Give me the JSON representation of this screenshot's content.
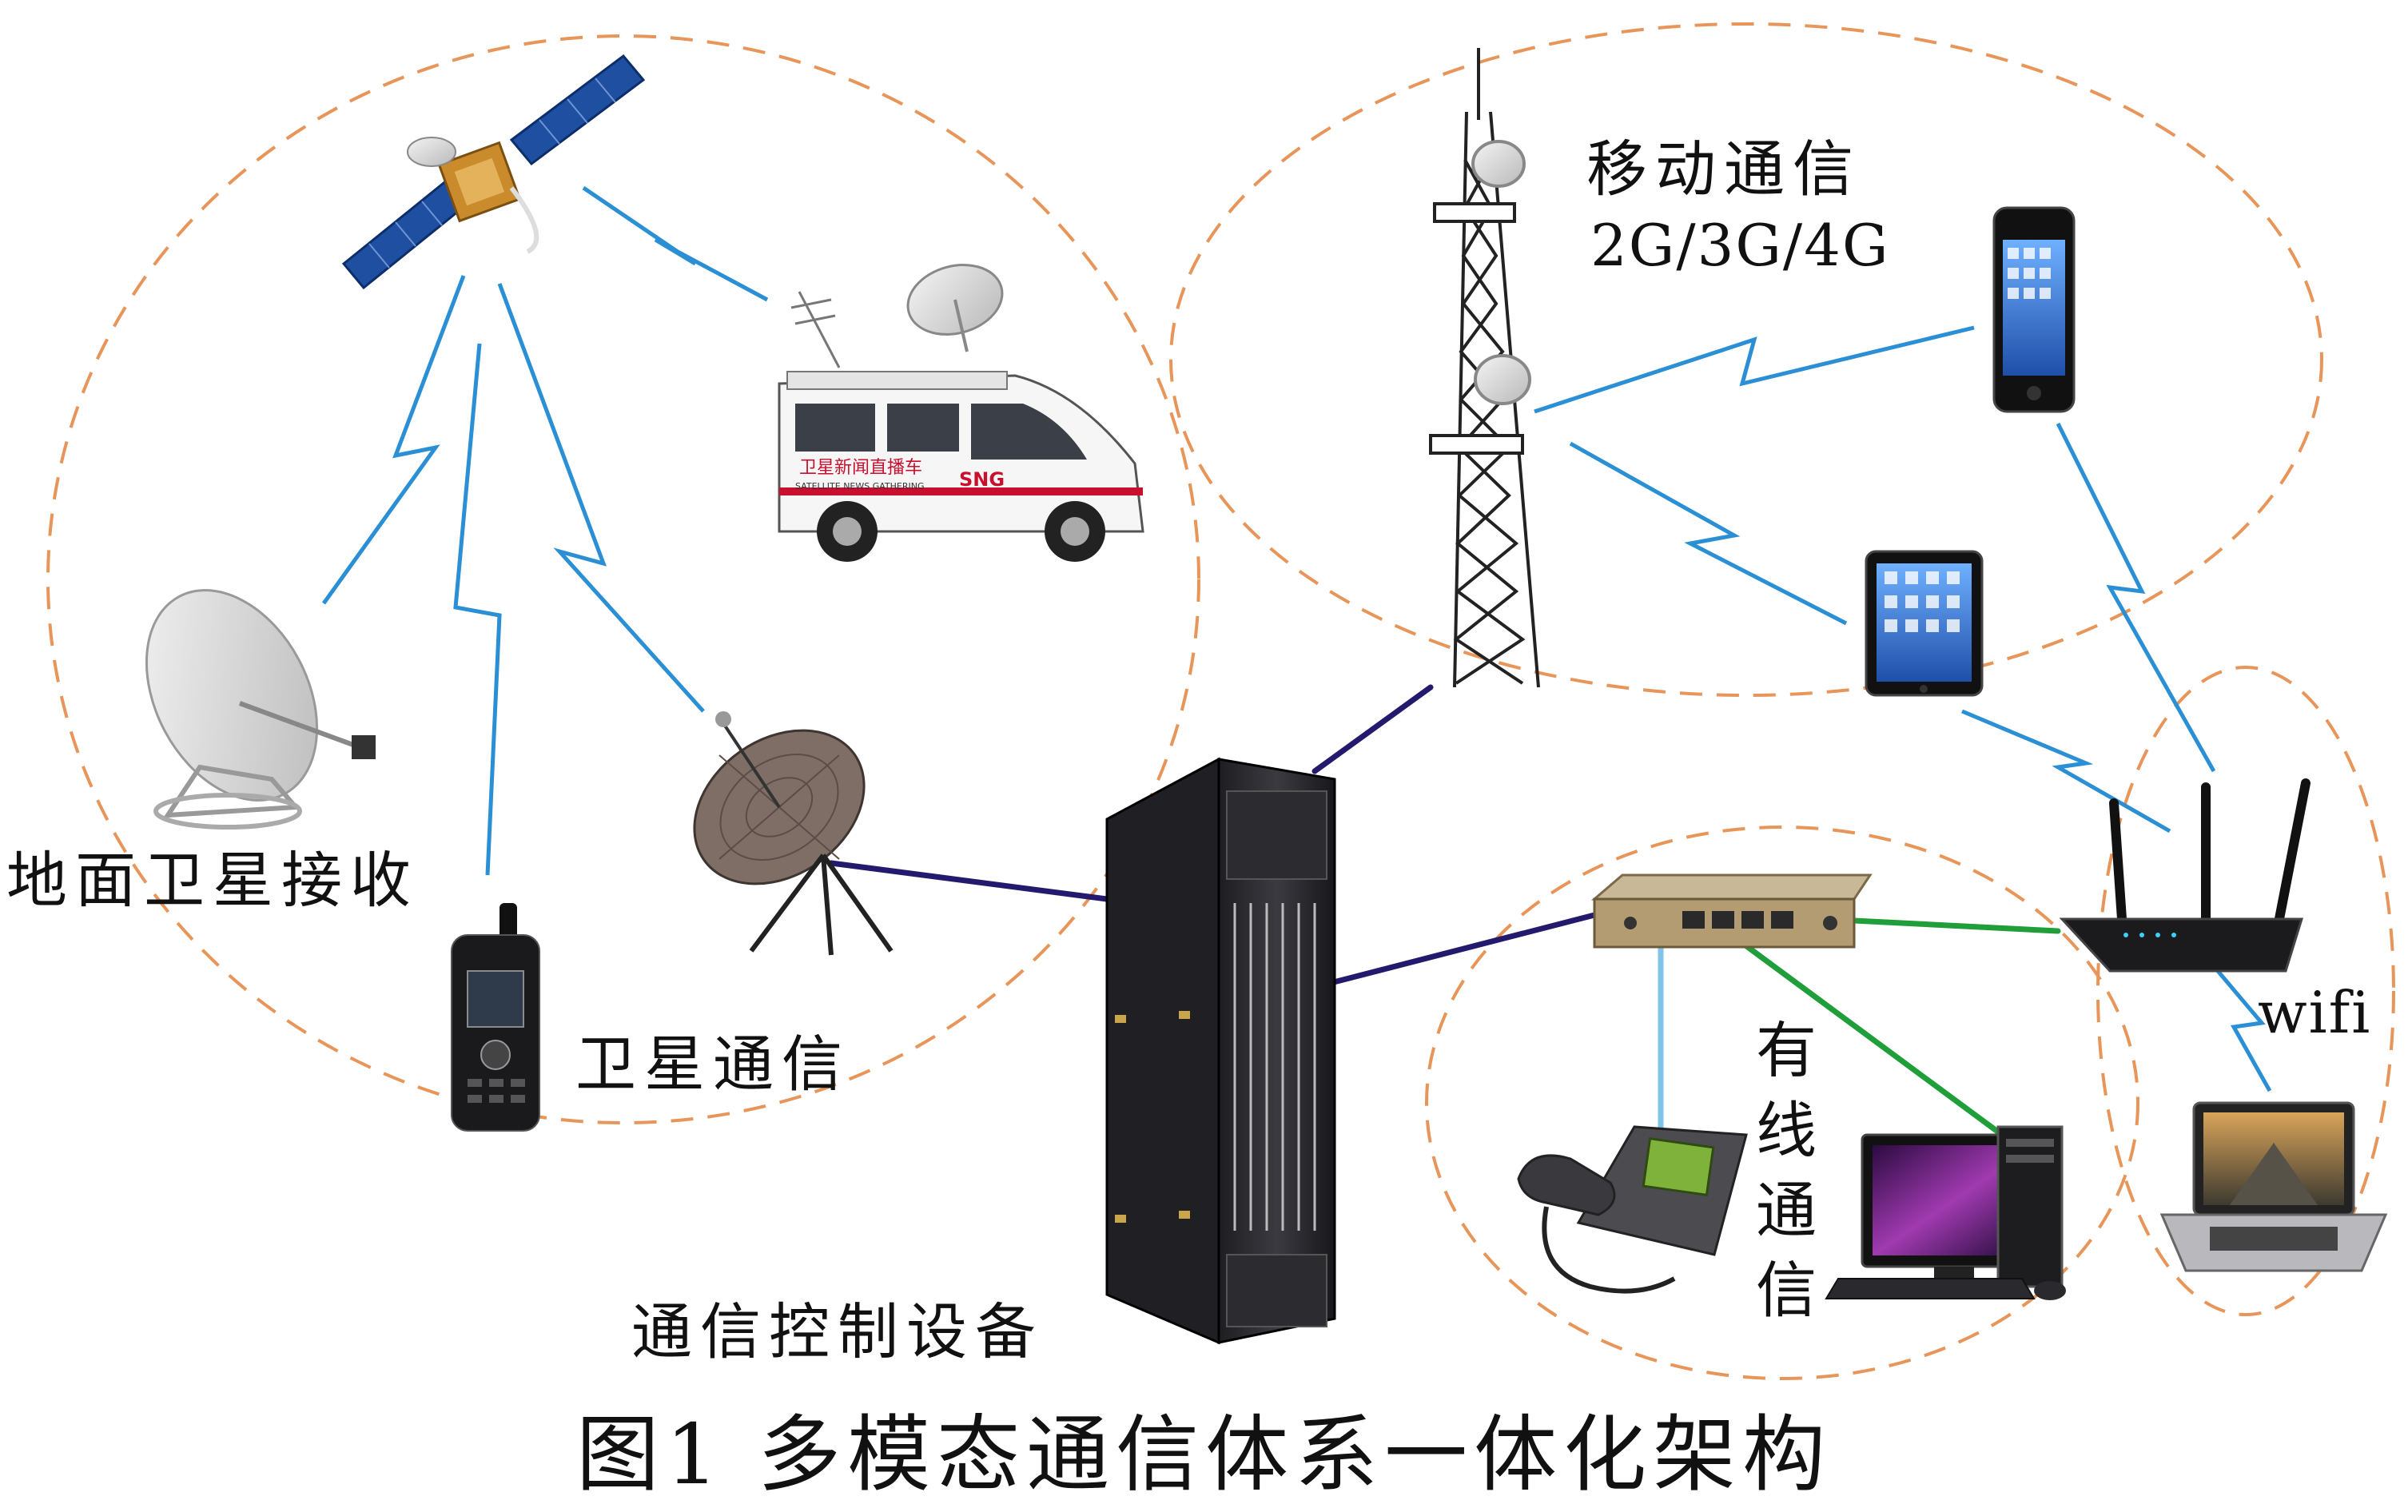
{
  "labels": {
    "ground_satellite_receive": "地面卫星接收",
    "satellite_comm": "卫星通信",
    "mobile_comm": "移动通信",
    "mobile_generations": "2G/3G/4G",
    "control_equipment": "通信控制设备",
    "wired_comm": "有线通信",
    "wifi": "wifi",
    "caption": "图1 多模态通信体系一体化架构",
    "van_text": "卫星新闻直播车",
    "van_subtext": "SATELLITE NEWS GATHERING",
    "van_logo": "SNG"
  },
  "colors": {
    "zone_dash": "#e8955a",
    "wireless_link": "#2a8fd4",
    "backbone_link": "#231a6e",
    "ethernet_link": "#1f9e3a",
    "phone_link": "#7fc3ea"
  },
  "icons": [
    "satellite-icon",
    "van-icon",
    "tower-icon",
    "smartphone-icon",
    "tablet-icon",
    "router-icon",
    "laptop-icon",
    "switch-icon",
    "desk-phone-icon",
    "desktop-pc-icon",
    "server-rack-icon",
    "dish-icon",
    "satellite-phone-icon"
  ]
}
